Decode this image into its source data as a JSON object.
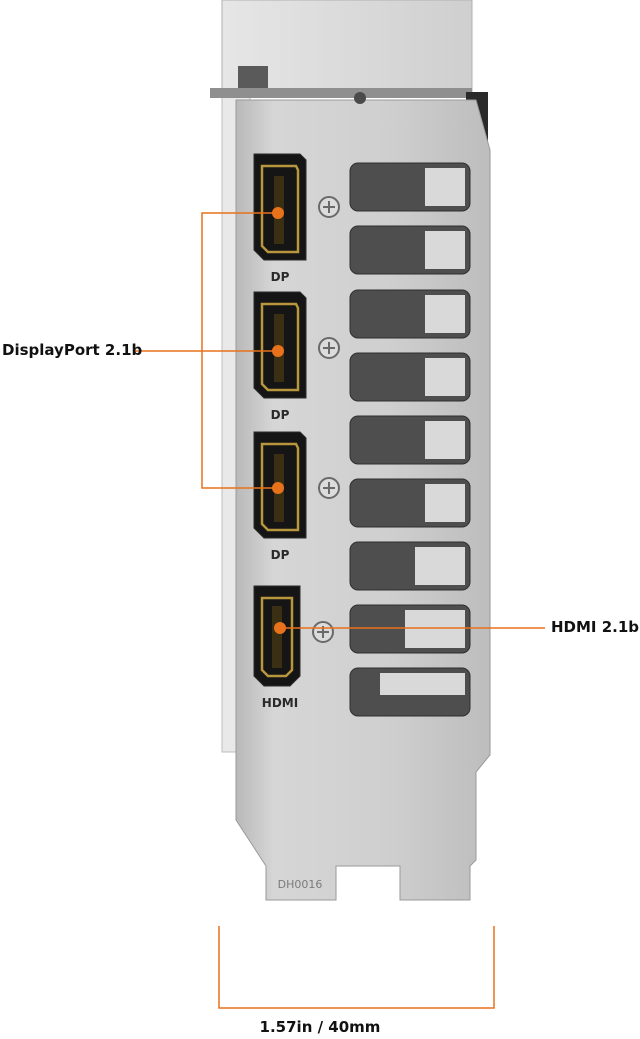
{
  "labels": {
    "displayport": "DisplayPort 2.1b",
    "hdmi": "HDMI 2.1b",
    "width": "1.57in / 40mm"
  },
  "bracket_text": {
    "dp": "DP",
    "hdmi": "HDMI",
    "tab_code": "DH0016"
  },
  "colors": {
    "accent": "#E8711C",
    "background": "#FFFFFF",
    "bracket": "#C9C9C9",
    "port_gold": "#B8963E"
  }
}
